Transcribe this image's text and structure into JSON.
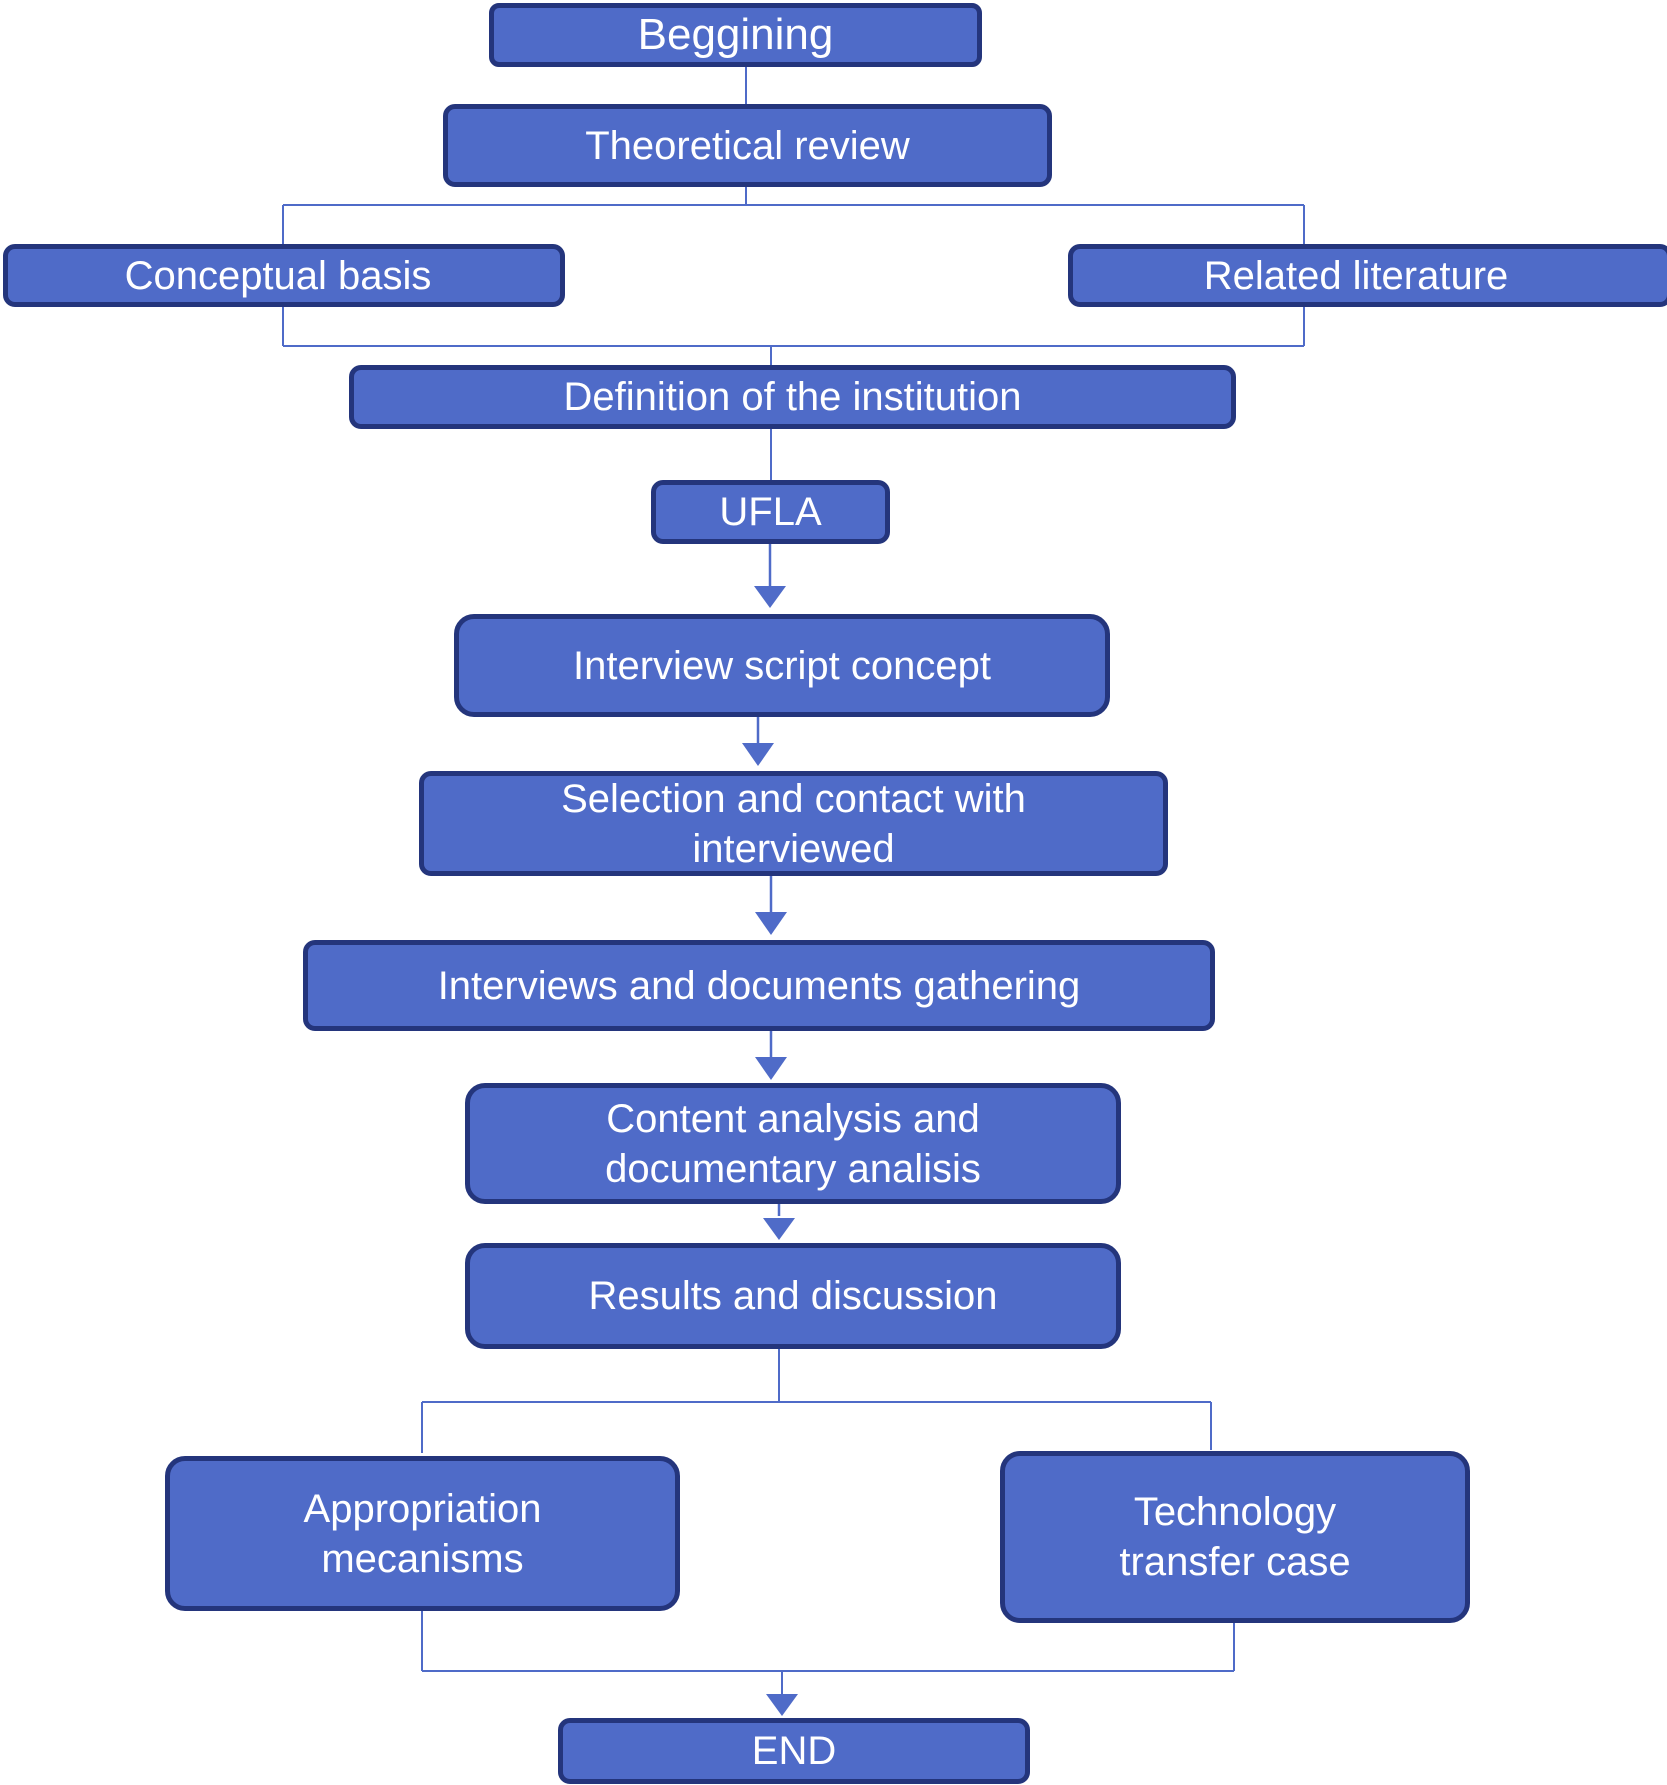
{
  "nodes": {
    "beginning": "Beggining",
    "theoretical_review": "Theoretical review",
    "conceptual_basis": "Conceptual basis",
    "related_literature": "Related literature",
    "definition_institution": "Definition of the institution",
    "ufla": "UFLA",
    "interview_script": "Interview script concept",
    "selection_contact": "Selection and contact with\ninterviewed",
    "interviews_gathering": "Interviews and documents gathering",
    "content_analysis": "Content analysis and\ndocumentary analisis",
    "results_discussion": "Results and discussion",
    "appropriation": "Appropriation\nmecanisms",
    "technology_transfer": "Technology\ntransfer case",
    "end": "END"
  },
  "colors": {
    "box_fill": "#4f6bc8",
    "box_border": "#24357c",
    "connector": "#4f6bc8",
    "text": "#ffffff"
  }
}
